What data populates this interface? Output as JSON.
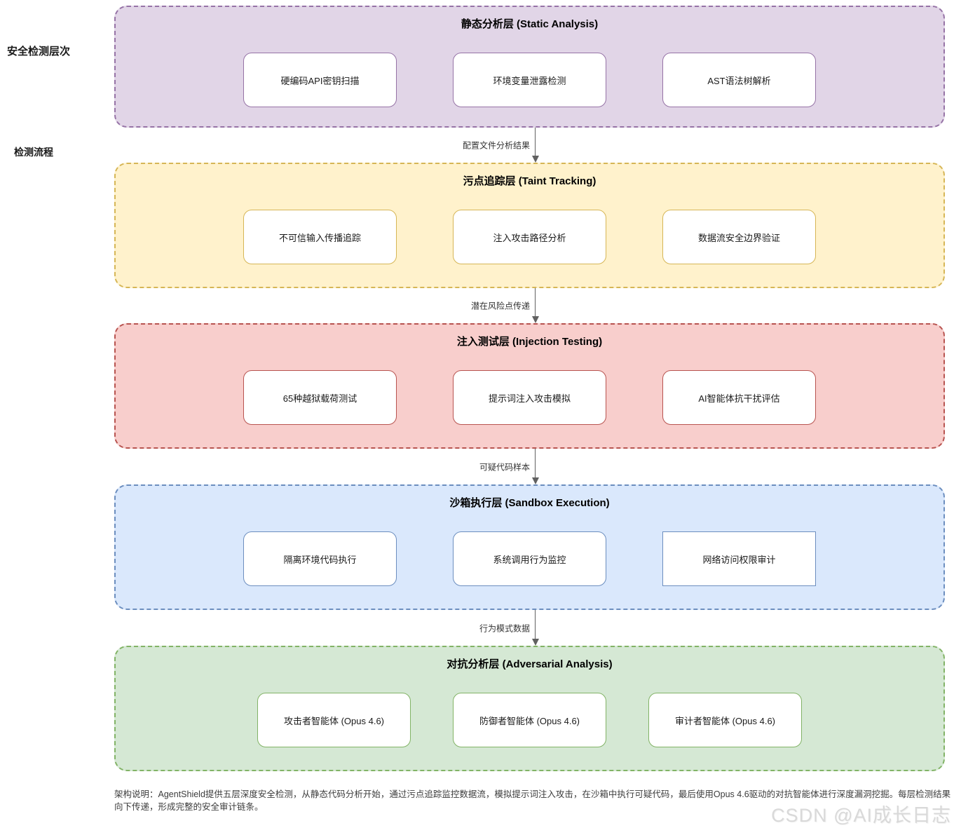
{
  "side_labels": {
    "hierarchy": "安全检测层次",
    "flow": "检测流程"
  },
  "layers": [
    {
      "title": "静态分析层 (Static Analysis)",
      "fill": "#E1D5E7",
      "border": "#9673A6",
      "boxes": [
        "硬编码API密钥扫描",
        "环境变量泄露检测",
        "AST语法树解析"
      ]
    },
    {
      "title": "污点追踪层 (Taint Tracking)",
      "fill": "#FFF2CC",
      "border": "#D6B656",
      "boxes": [
        "不可信输入传播追踪",
        "注入攻击路径分析",
        "数据流安全边界验证"
      ]
    },
    {
      "title": "注入测试层 (Injection Testing)",
      "fill": "#F8CECC",
      "border": "#B85450",
      "boxes": [
        "65种越狱载荷测试",
        "提示词注入攻击模拟",
        "AI智能体抗干扰评估"
      ]
    },
    {
      "title": "沙箱执行层 (Sandbox Execution)",
      "fill": "#DAE8FC",
      "border": "#6C8EBF",
      "boxes": [
        "隔离环境代码执行",
        "系统调用行为监控",
        "网络访问权限审计"
      ]
    },
    {
      "title": "对抗分析层 (Adversarial Analysis)",
      "fill": "#D5E8D4",
      "border": "#82B366",
      "boxes": [
        "攻击者智能体 (Opus 4.6)",
        "防御者智能体 (Opus 4.6)",
        "审计者智能体 (Opus 4.6)"
      ]
    }
  ],
  "flow_arrows": [
    "配置文件分析结果",
    "潜在风险点传递",
    "可疑代码样本",
    "行为模式数据"
  ],
  "footer_note": "架构说明：AgentShield提供五层深度安全检测，从静态代码分析开始，通过污点追踪监控数据流，模拟提示词注入攻击，在沙箱中执行可疑代码，最后使用Opus 4.6驱动的对抗智能体进行深度漏洞挖掘。每层检测结果向下传递，形成完整的安全审计链条。",
  "watermark": "CSDN @AI成长日志",
  "arrow_color": "#616161"
}
